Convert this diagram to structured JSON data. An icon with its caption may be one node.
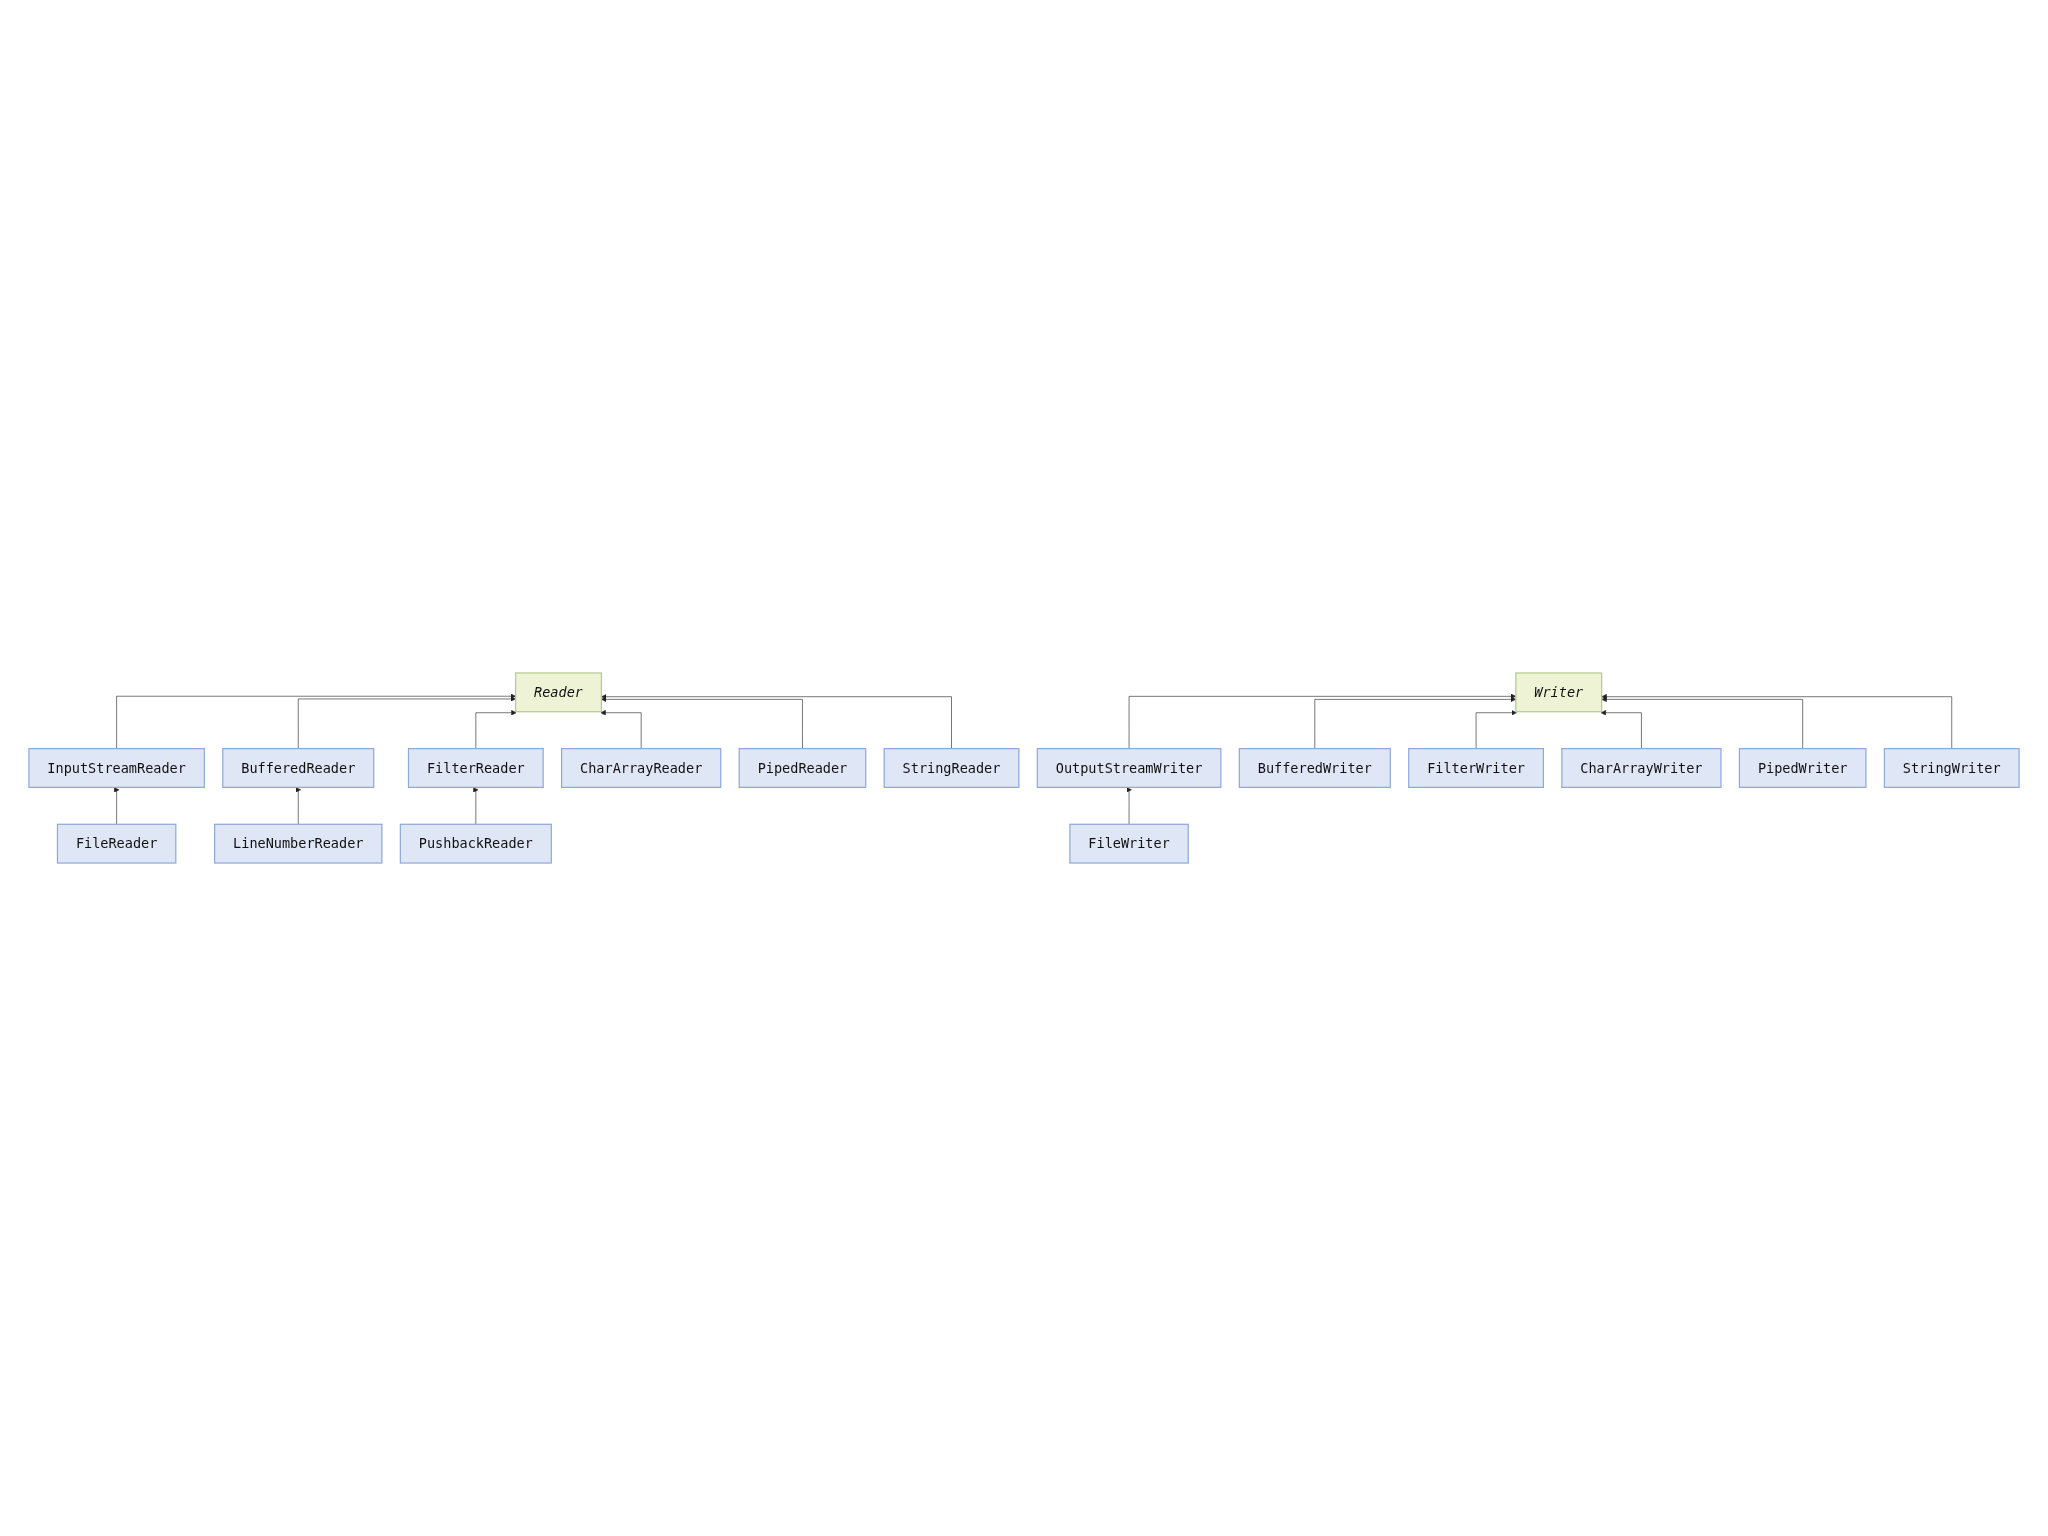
{
  "diagram": {
    "nodes": [
      {
        "text": [
          "Reader"
        ]
      },
      {
        "text": [
          "InputStreamReader"
        ]
      },
      {
        "text": [
          "FileReader"
        ]
      },
      {
        "text": [
          "BufferedReader"
        ]
      },
      {
        "text": [
          "LineNumberReader"
        ]
      },
      {
        "text": [
          "FilterReader"
        ]
      },
      {
        "text": [
          "PushbackReader"
        ]
      },
      {
        "text": [
          "CharArrayReader"
        ]
      },
      {
        "text": [
          "PipedReader"
        ]
      },
      {
        "text": [
          "StringReader"
        ]
      },
      {
        "text": [
          "Writer"
        ]
      },
      {
        "text": [
          "OutputStreamWriter"
        ]
      },
      {
        "text": [
          "FileWriter"
        ]
      },
      {
        "text": [
          "BufferedWriter"
        ]
      },
      {
        "text": [
          "FilterWriter"
        ]
      },
      {
        "text": [
          "CharArrayWriter"
        ]
      },
      {
        "text": [
          "PipedWriter"
        ]
      },
      {
        "text": [
          "StringWriter"
        ]
      }
    ],
    "edges": [
      {
        "from": 1,
        "to": 0,
        "arrow": "to"
      },
      {
        "from": 2,
        "to": 1,
        "arrow": "to"
      },
      {
        "from": 3,
        "to": 0,
        "arrow": "to"
      },
      {
        "from": 4,
        "to": 3,
        "arrow": "to"
      },
      {
        "from": 5,
        "to": 0,
        "arrow": "to"
      },
      {
        "from": 6,
        "to": 5,
        "arrow": "to"
      },
      {
        "from": 7,
        "to": 0,
        "arrow": "to"
      },
      {
        "from": 8,
        "to": 0,
        "arrow": "to"
      },
      {
        "from": 9,
        "to": 0,
        "arrow": "to"
      },
      {
        "from": 11,
        "to": 10,
        "arrow": "to"
      },
      {
        "from": 12,
        "to": 11,
        "arrow": "to"
      },
      {
        "from": 13,
        "to": 10,
        "arrow": "to"
      },
      {
        "from": 14,
        "to": 10,
        "arrow": "to"
      },
      {
        "from": 15,
        "to": 10,
        "arrow": "to"
      },
      {
        "from": 16,
        "to": 10,
        "arrow": "to"
      },
      {
        "from": 17,
        "to": 10,
        "arrow": "to"
      }
    ]
  }
}
